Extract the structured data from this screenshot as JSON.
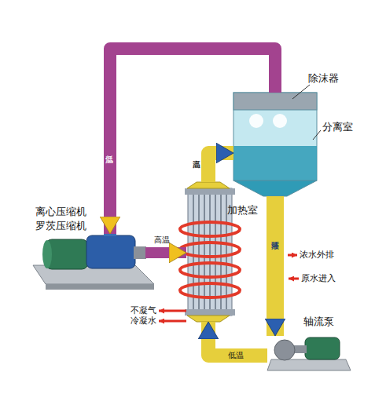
{
  "diagram": {
    "nodes": [
      {
        "text": [
          "分离室"
        ]
      },
      {
        "text": [
          "除沫器"
        ],
        "in": 0
      },
      {
        "text": [
          "离心压缩机",
          "罗茨压缩机"
        ]
      },
      {
        "text": [
          "加热室"
        ]
      },
      {
        "text": [
          "轴流泵"
        ]
      }
    ],
    "edges": [
      {
        "from": 0,
        "to": 2,
        "arrow": "to",
        "label": "低温"
      },
      {
        "from": 2,
        "to": 3,
        "arrow": "to",
        "label": "高温"
      },
      {
        "from": 3,
        "to": 0,
        "arrow": "to",
        "label": "高温"
      },
      {
        "from": 0,
        "to": 4,
        "arrow": "to",
        "label": "循环液"
      },
      {
        "from": 4,
        "to": 3,
        "arrow": "to",
        "label": "低温"
      }
    ],
    "labels": [
      "浓水外排",
      "原水进入",
      "不凝气",
      "冷凝水"
    ]
  }
}
